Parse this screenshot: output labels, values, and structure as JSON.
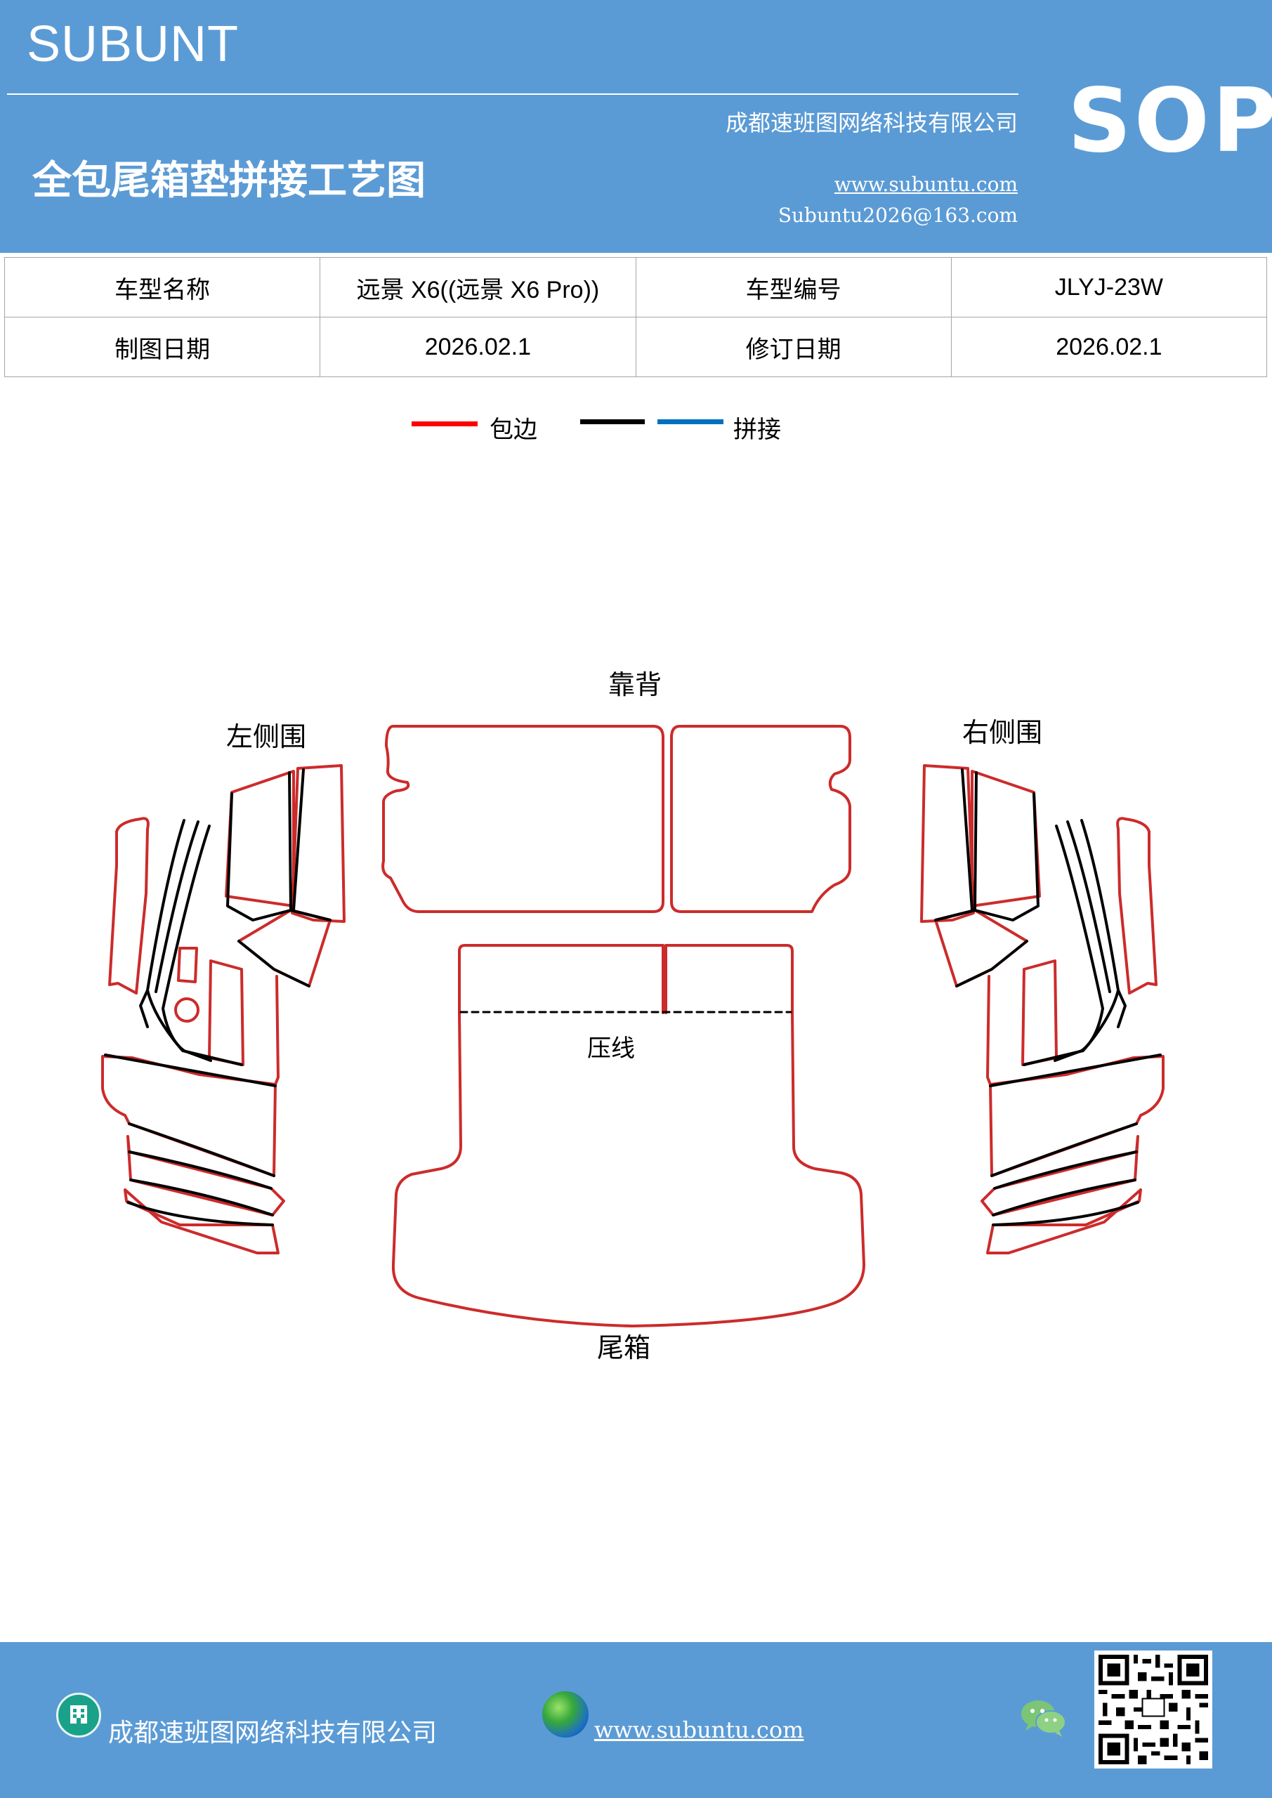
{
  "header": {
    "brand": "SUBUNT",
    "company": "成都速班图网络科技有限公司",
    "title": "全包尾箱垫拼接工艺图",
    "website": "www.subuntu.com",
    "email": "Subuntu2026@163.com",
    "badge": "SOP",
    "background_color": "#5b9bd5"
  },
  "info_table": {
    "rows": [
      {
        "label1": "车型名称",
        "value1": "远景 X6((远景 X6  Pro))",
        "label2": "车型编号",
        "value2": "JLYJ-23W"
      },
      {
        "label1": "制图日期",
        "value1": "2026.02.1",
        "label2": "修订日期",
        "value2": "2026.02.1"
      }
    ]
  },
  "legend": {
    "items": [
      {
        "color": "#ff0000",
        "label": "包边"
      },
      {
        "color": "#000000",
        "label": ""
      },
      {
        "color": "#0070c0",
        "label": "拼接"
      }
    ]
  },
  "diagram": {
    "edge_color": "#cc2b2b",
    "line_color": "#000000",
    "labels": {
      "backrest": "靠背",
      "left_side": "左侧围",
      "right_side": "右侧围",
      "crease": "压线",
      "trunk": "尾箱"
    }
  },
  "footer": {
    "company": "成都速班图网络科技有限公司",
    "website": "www.subuntu.com",
    "icons": [
      "building-icon",
      "globe-icon",
      "wechat-icon",
      "qr-code"
    ]
  }
}
